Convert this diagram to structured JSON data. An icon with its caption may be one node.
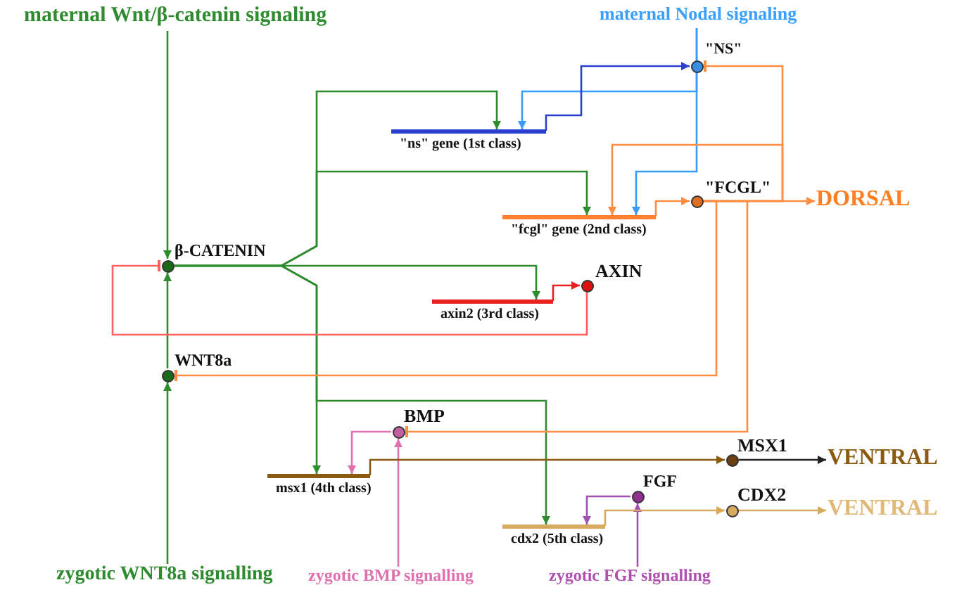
{
  "diagram": {
    "nodes": [
      {
        "text": [
          "maternal Wnt/β-catenin signaling"
        ]
      },
      {
        "text": [
          "maternal Nodal signaling"
        ]
      },
      {
        "text": [],
        "shape": "circle",
        "beside": [
          "\"NS\""
        ]
      },
      {
        "text": [
          "\"ns\" gene (1st class)"
        ]
      },
      {
        "text": [],
        "shape": "circle",
        "beside": [
          "\"FCGL\""
        ]
      },
      {
        "text": [
          "DORSAL"
        ]
      },
      {
        "text": [
          "\"fcgl\" gene (2nd class)"
        ]
      },
      {
        "text": [],
        "shape": "circle",
        "beside": [
          "β-CATENIN"
        ]
      },
      {
        "text": [],
        "shape": "circle",
        "beside": [
          "AXIN"
        ]
      },
      {
        "text": [
          "axin2 (3rd class)"
        ]
      },
      {
        "text": [],
        "shape": "circle",
        "beside": [
          "WNT8a"
        ]
      },
      {
        "text": [],
        "shape": "circle",
        "beside": [
          "BMP"
        ]
      },
      {
        "text": [
          "msx1 (4th class)"
        ]
      },
      {
        "text": [],
        "shape": "circle",
        "beside": [
          "MSX1"
        ]
      },
      {
        "text": [
          "VENTRAL"
        ]
      },
      {
        "text": [],
        "shape": "circle",
        "beside": [
          "FGF"
        ]
      },
      {
        "text": [],
        "shape": "circle",
        "beside": [
          "CDX2"
        ]
      },
      {
        "text": [
          "VENTRAL"
        ]
      },
      {
        "text": [
          "cdx2 (5th class)"
        ]
      },
      {
        "text": [
          "zygotic WNT8a signalling"
        ]
      },
      {
        "text": [
          "zygotic BMP signalling"
        ]
      },
      {
        "text": [
          "zygotic FGF signalling"
        ]
      }
    ],
    "edges": [
      {
        "from": 0,
        "to": 7,
        "arrow": "to"
      },
      {
        "from": 19,
        "to": 10,
        "arrow": "to"
      },
      {
        "from": 10,
        "to": 7,
        "arrow": "to"
      },
      {
        "from": 7,
        "to": 3,
        "arrow": "to"
      },
      {
        "from": 7,
        "to": 6,
        "arrow": "to"
      },
      {
        "from": 7,
        "to": 9,
        "arrow": "to"
      },
      {
        "from": 7,
        "to": 12,
        "arrow": "to"
      },
      {
        "from": 7,
        "to": 18,
        "arrow": "to"
      },
      {
        "from": 1,
        "to": 3,
        "arrow": "to",
        "color": "#3a9bff"
      },
      {
        "from": 1,
        "to": 6,
        "arrow": "to",
        "color": "#3a9bff"
      },
      {
        "from": 3,
        "to": 2,
        "arrow": "to",
        "color": "#2a3fd0"
      },
      {
        "from": 4,
        "to": 2,
        "arrow": "other",
        "color": "#ff8c40"
      },
      {
        "from": 4,
        "to": 6,
        "arrow": "to",
        "color": "#ff8c40"
      },
      {
        "from": 6,
        "to": 4,
        "arrow": "to",
        "color": "#ff8c40"
      },
      {
        "from": 4,
        "to": 5,
        "arrow": "to",
        "color": "#ff8c40"
      },
      {
        "from": 4,
        "to": 10,
        "arrow": "other",
        "color": "#ff8c40"
      },
      {
        "from": 4,
        "to": 11,
        "arrow": "other",
        "color": "#ff8c40"
      },
      {
        "from": 9,
        "to": 8,
        "arrow": "to",
        "color": "#e82020"
      },
      {
        "from": 8,
        "to": 7,
        "arrow": "other",
        "color": "#ff6060"
      },
      {
        "from": 11,
        "to": 12,
        "arrow": "to",
        "color": "#e070b0"
      },
      {
        "from": 20,
        "to": 11,
        "arrow": "to",
        "color": "#e070b0"
      },
      {
        "from": 12,
        "to": 13,
        "arrow": "to",
        "color": "#8a5a10"
      },
      {
        "from": 13,
        "to": 14,
        "arrow": "to",
        "color": "#222222"
      },
      {
        "from": 15,
        "to": 18,
        "arrow": "to",
        "color": "#a050b0"
      },
      {
        "from": 21,
        "to": 15,
        "arrow": "to",
        "color": "#a050b0"
      },
      {
        "from": 18,
        "to": 16,
        "arrow": "to",
        "color": "#d8aa60"
      },
      {
        "from": 16,
        "to": 17,
        "arrow": "to",
        "color": "#d8aa60"
      }
    ]
  }
}
